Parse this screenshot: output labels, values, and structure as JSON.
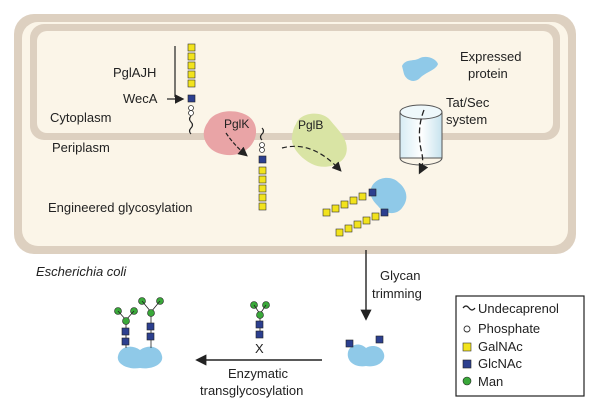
{
  "labels": {
    "pglajh": "PglAJH",
    "weca": "WecA",
    "cytoplasm": "Cytoplasm",
    "periplasm": "Periplasm",
    "pglk": "PglK",
    "pglb": "PglB",
    "expressed_protein_1": "Expressed",
    "expressed_protein_2": "protein",
    "tatsec_1": "Tat/Sec",
    "tatsec_2": "system",
    "engineered": "Engineered glycosylation",
    "ecoli": "Escherichia coli",
    "glycan_1": "Glycan",
    "glycan_2": "trimming",
    "enzymatic_1": "Enzymatic",
    "enzymatic_2": "transglycosylation",
    "x_mark": "X"
  },
  "legend": [
    {
      "symbol": "undecaprenol",
      "label": "Undecaprenol"
    },
    {
      "symbol": "phosphate",
      "label": "Phosphate"
    },
    {
      "symbol": "galnac",
      "label": "GalNAc"
    },
    {
      "symbol": "glcnac",
      "label": "GlcNAc"
    },
    {
      "symbol": "man",
      "label": "Man"
    }
  ],
  "colors": {
    "cell_outer": "#ddd0c0",
    "cell_inner": "#fbf5e8",
    "galnac": "#f2e31c",
    "glcnac": "#2c3f8f",
    "man": "#3aa83a",
    "pglk": "#e9a4a6",
    "pglb": "#d9e4a4",
    "protein": "#8fc9e8"
  }
}
